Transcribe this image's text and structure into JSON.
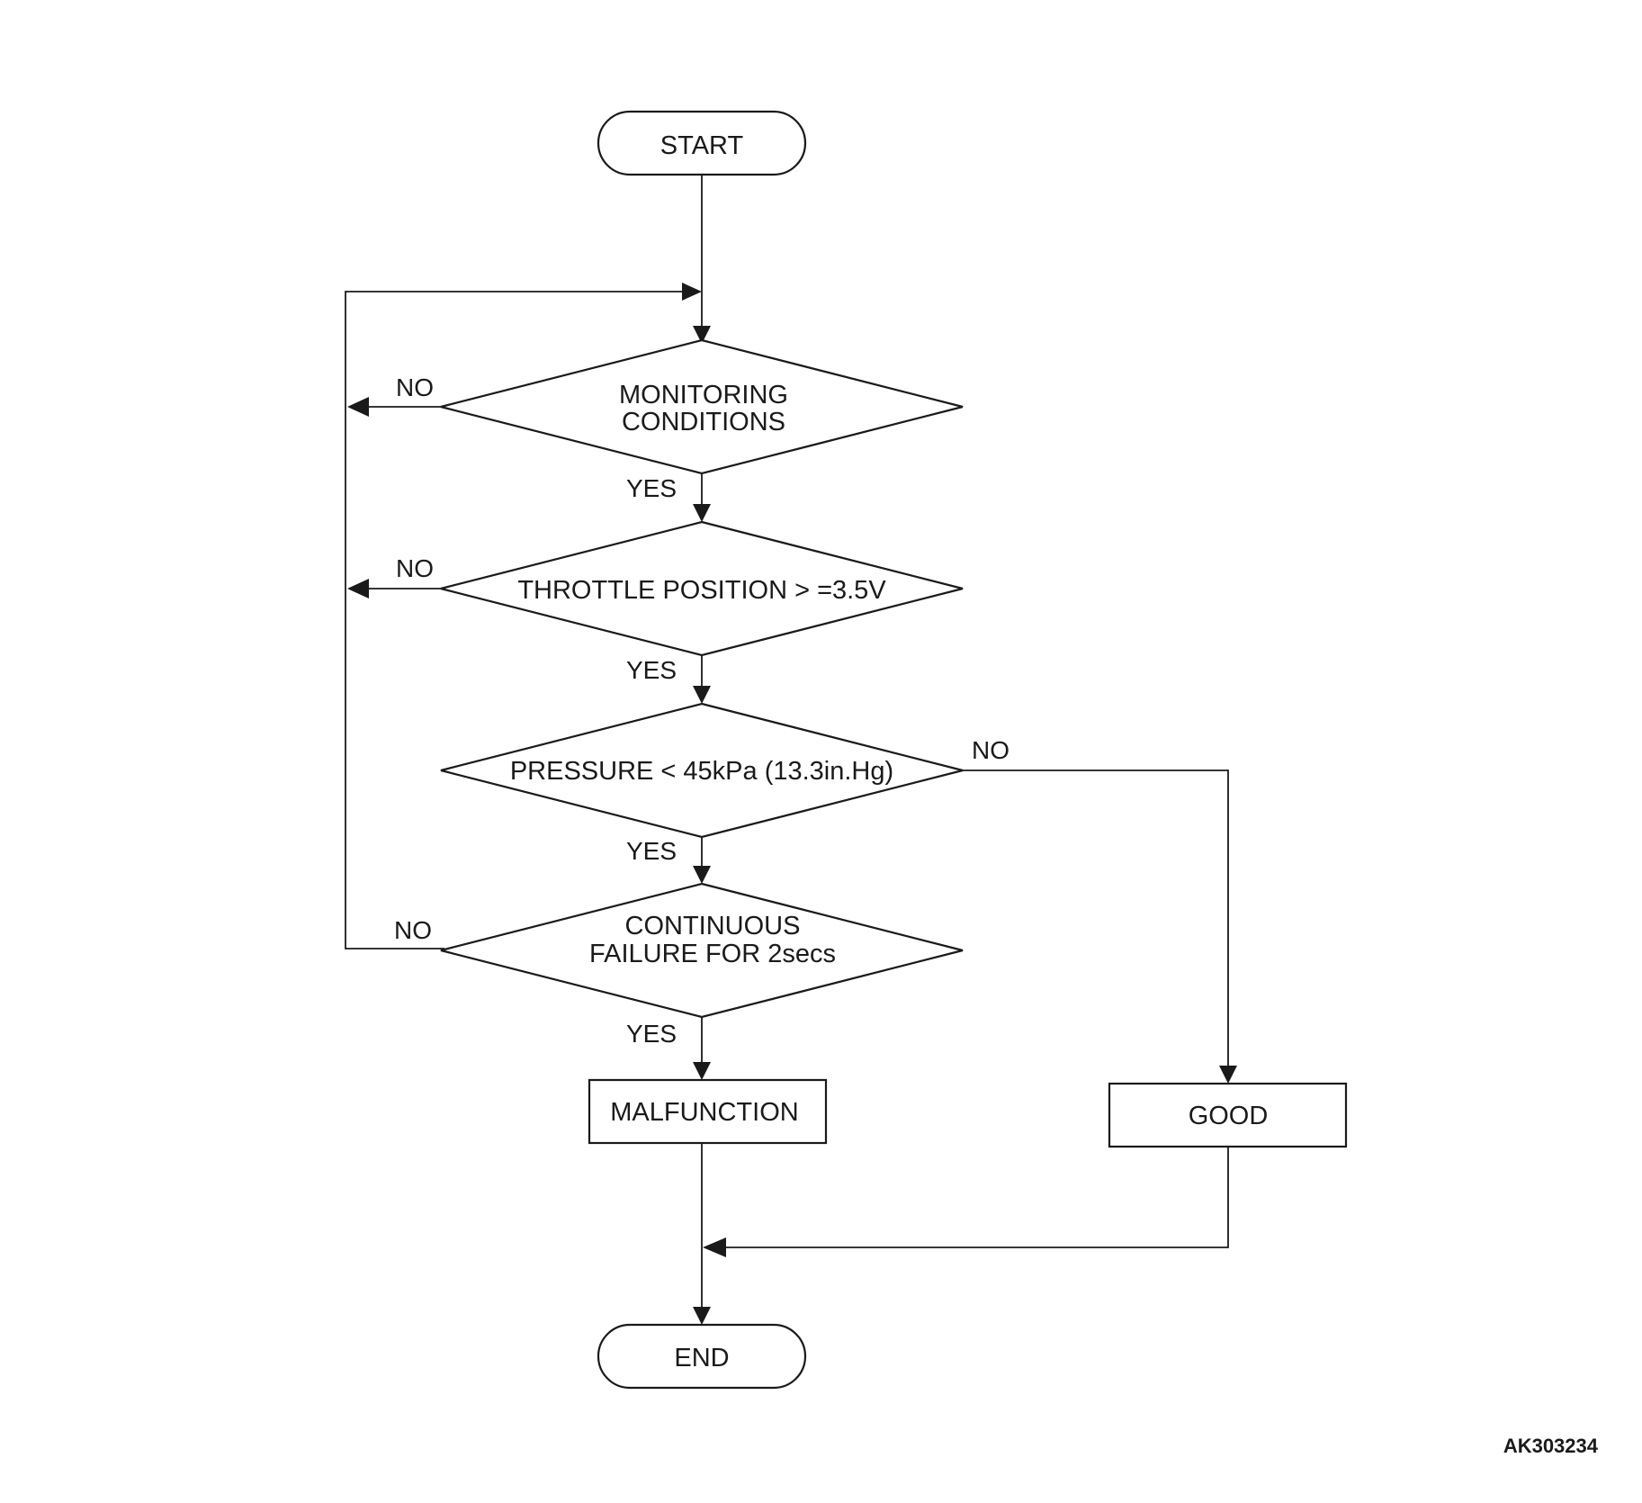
{
  "nodes": {
    "start": "START",
    "monitoring_1": "MONITORING",
    "monitoring_2": "CONDITIONS",
    "throttle": "THROTTLE POSITION > =3.5V",
    "pressure": "PRESSURE < 45kPa (13.3in.Hg)",
    "continuous_1": "CONTINUOUS",
    "continuous_2": "FAILURE FOR 2secs",
    "malfunction": "MALFUNCTION",
    "good": "GOOD",
    "end": "END"
  },
  "labels": {
    "no_monitoring": "NO",
    "yes_monitoring": "YES",
    "no_throttle": "NO",
    "yes_throttle": "YES",
    "no_pressure": "NO",
    "yes_pressure": "YES",
    "no_continuous": "NO",
    "yes_continuous": "YES"
  },
  "figure_id": "AK303234"
}
